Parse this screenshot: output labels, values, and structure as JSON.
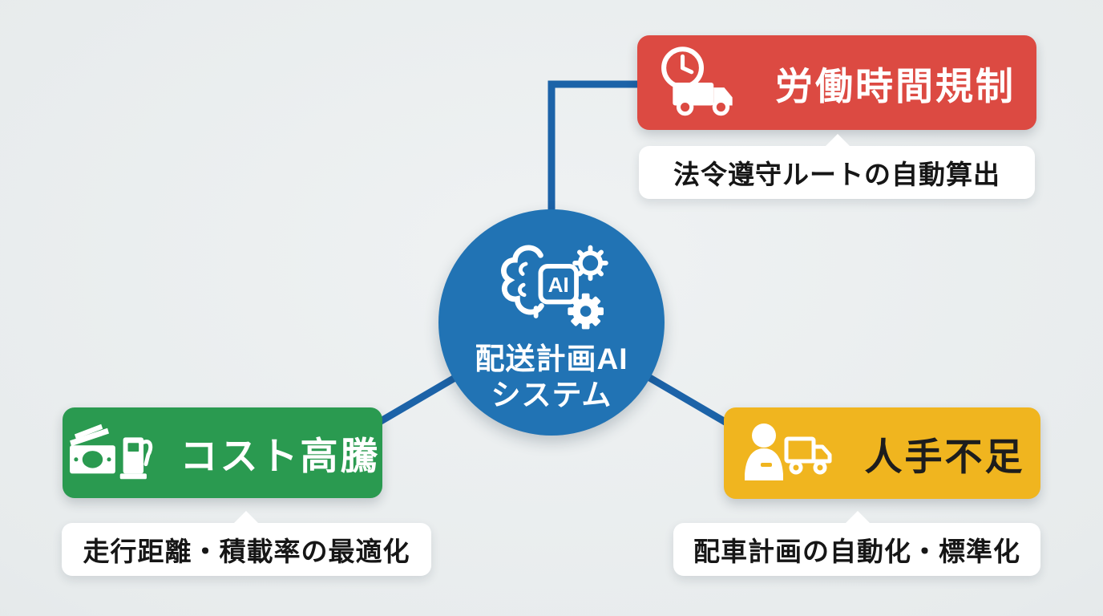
{
  "canvas": {
    "background_color": "#e7ebec"
  },
  "connector": {
    "color": "#1c63a8"
  },
  "center": {
    "title_line1": "配送計画AI",
    "title_line2": "システム",
    "icon": "ai-brain-gears-icon",
    "icon_label": "AI",
    "color": "#2173b4",
    "text_color": "#ffffff"
  },
  "nodes": [
    {
      "id": "labor-time-regulation",
      "icon": "clock-truck-icon",
      "title": "労働時間規制",
      "color": "#dc4a42",
      "text_color": "#ffffff",
      "callout": "法令遵守ルートの自動算出"
    },
    {
      "id": "cost-surge",
      "icon": "money-fuel-icon",
      "title": "コスト高騰",
      "color": "#2a9a50",
      "text_color": "#ffffff",
      "callout": "走行距離・積載率の最適化"
    },
    {
      "id": "labor-shortage",
      "icon": "worker-truck-icon",
      "title": "人手不足",
      "color": "#f0b51f",
      "text_color": "#1d1d1d",
      "callout": "配車計画の自動化・標準化"
    }
  ],
  "callout_style": {
    "text_color": "#161616",
    "background": "#ffffff"
  }
}
